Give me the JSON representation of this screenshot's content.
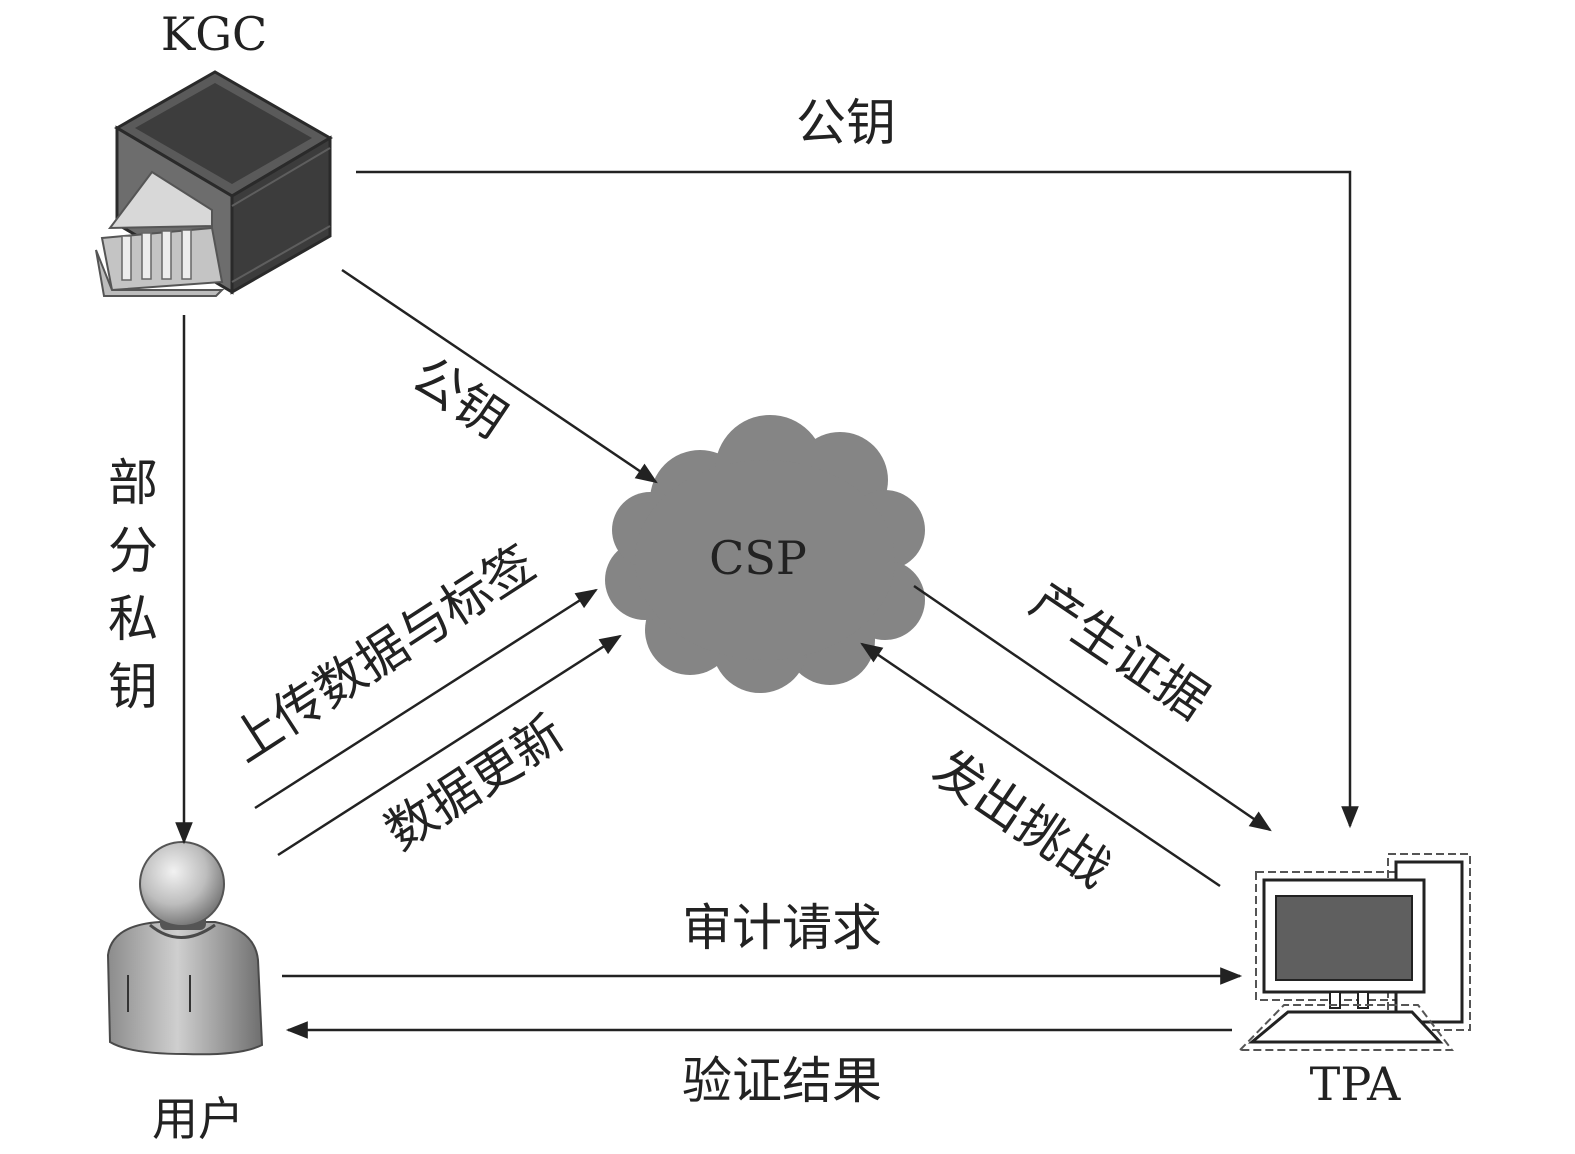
{
  "nodes": {
    "kgc": "KGC",
    "csp": "CSP",
    "user": "用户",
    "tpa": "TPA"
  },
  "edges": {
    "kgc_to_tpa": "公钥",
    "kgc_to_csp": "公钥",
    "kgc_to_user": "部分私钥",
    "upload": "上传数据与标签",
    "update": "数据更新",
    "proof": "产生证据",
    "challenge": "发出挑战",
    "audit_request": "审计请求",
    "verify_result": "验证结果"
  },
  "icons": {
    "kgc": "server-building-icon",
    "csp": "cloud-icon",
    "user": "user-person-icon",
    "tpa": "computer-monitor-icon"
  },
  "colors": {
    "line": "#222222",
    "cloud": "#858585",
    "dark": "#4a4a4a"
  }
}
